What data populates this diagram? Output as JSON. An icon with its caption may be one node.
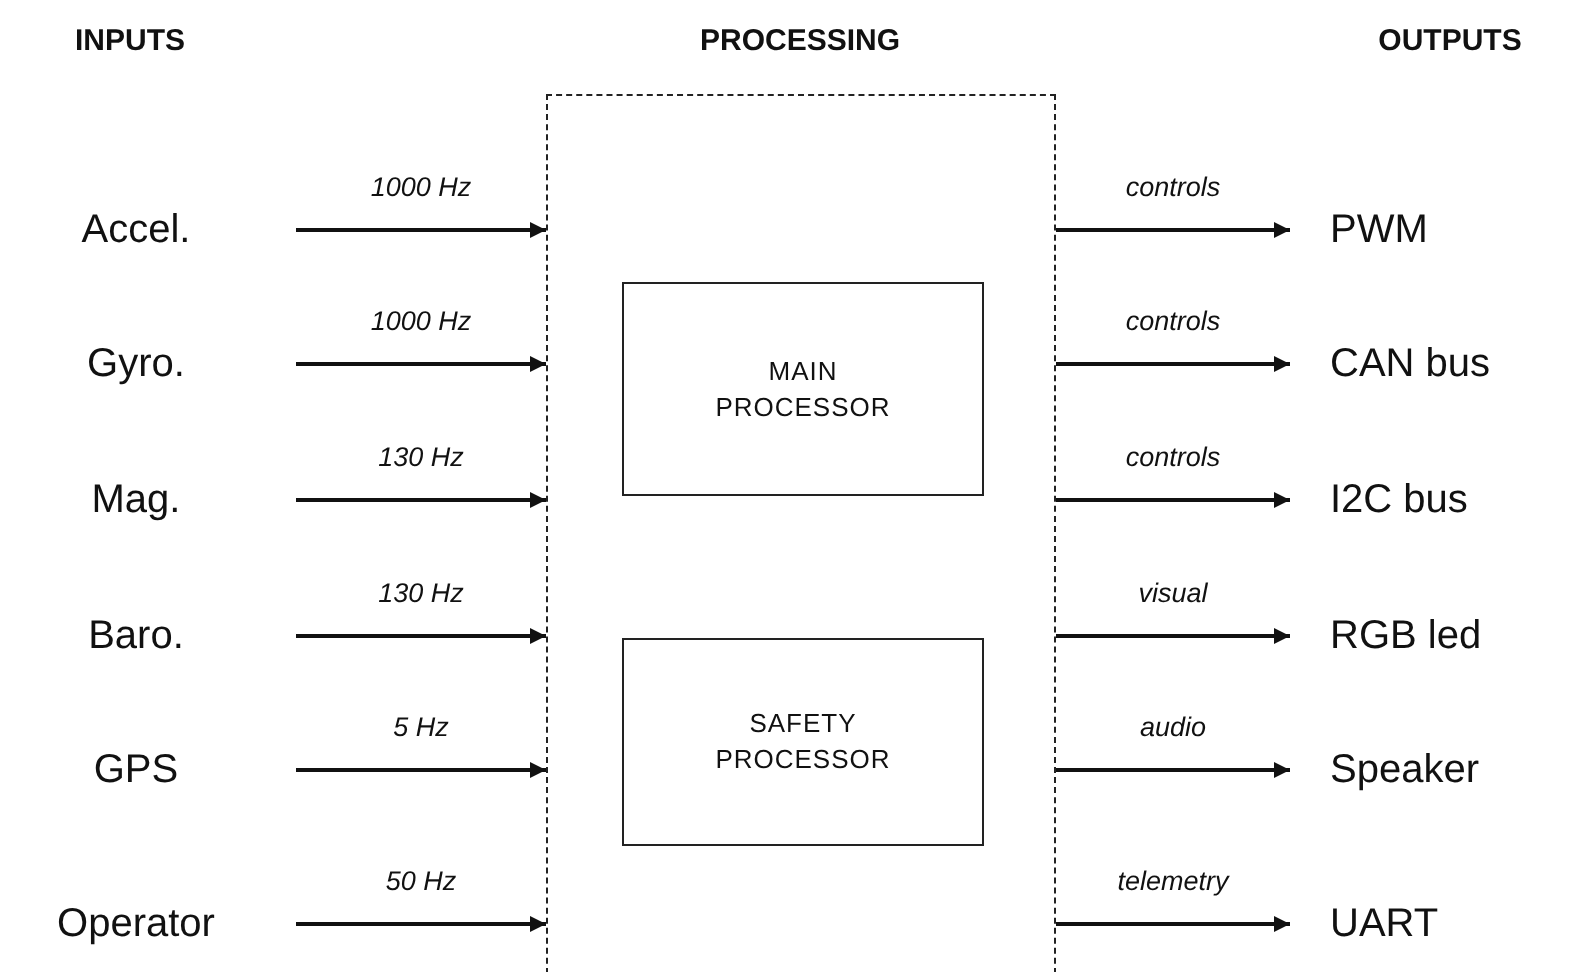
{
  "diagram": {
    "nodes": [
      {
        "text": [
          "Accel."
        ]
      },
      {
        "text": [
          "Gyro."
        ]
      },
      {
        "text": [
          "Mag."
        ]
      },
      {
        "text": [
          "Baro."
        ]
      },
      {
        "text": [
          "GPS"
        ]
      },
      {
        "text": [
          "Operator"
        ]
      },
      {
        "text": [],
        "shape": "box"
      },
      {
        "text": [
          "MAIN PROCESSOR"
        ],
        "in": 6
      },
      {
        "text": [
          "SAFETY PROCESSOR"
        ],
        "in": 6
      },
      {
        "text": [
          "PWM"
        ]
      },
      {
        "text": [
          "CAN bus"
        ]
      },
      {
        "text": [
          "I2C bus"
        ]
      },
      {
        "text": [
          "RGB led"
        ]
      },
      {
        "text": [
          "Speaker"
        ]
      },
      {
        "text": [
          "UART"
        ]
      }
    ],
    "edges": [
      {
        "from": 0,
        "to": 6,
        "arrow": "to",
        "label": "1000 Hz"
      },
      {
        "from": 1,
        "to": 6,
        "arrow": "to",
        "label": "1000 Hz"
      },
      {
        "from": 2,
        "to": 6,
        "arrow": "to",
        "label": "130 Hz"
      },
      {
        "from": 3,
        "to": 6,
        "arrow": "to",
        "label": "130 Hz"
      },
      {
        "from": 4,
        "to": 6,
        "arrow": "to",
        "label": "5 Hz"
      },
      {
        "from": 5,
        "to": 6,
        "arrow": "to",
        "label": "50 Hz"
      },
      {
        "from": 6,
        "to": 9,
        "arrow": "to",
        "label": "controls"
      },
      {
        "from": 6,
        "to": 10,
        "arrow": "to",
        "label": "controls"
      },
      {
        "from": 6,
        "to": 11,
        "arrow": "to",
        "label": "controls"
      },
      {
        "from": 6,
        "to": 12,
        "arrow": "to",
        "label": "visual"
      },
      {
        "from": 6,
        "to": 13,
        "arrow": "to",
        "label": "audio"
      },
      {
        "from": 6,
        "to": 14,
        "arrow": "to",
        "label": "telemetry"
      }
    ],
    "labels": [
      "INPUTS",
      "PROCESSING",
      "OUTPUTS"
    ]
  }
}
